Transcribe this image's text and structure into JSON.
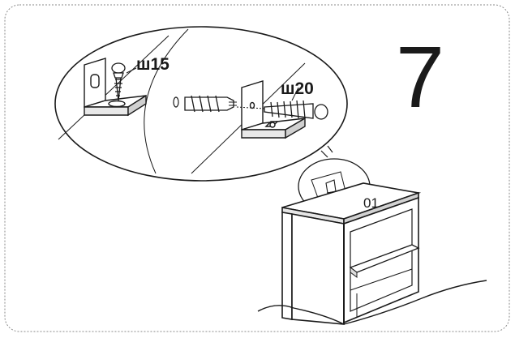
{
  "step": {
    "number": "7"
  },
  "screws": {
    "left_label": "ш15",
    "right_label": "ш20"
  },
  "cabinet": {
    "part_label": "01"
  },
  "colors": {
    "ink": "#1a1a1a",
    "paper": "#ffffff",
    "frame": "#8a8a8a"
  },
  "icons": [
    "l-bracket-icon",
    "wood-screw-icon",
    "wall-plug-icon",
    "washer-icon",
    "detail-callout-icon"
  ]
}
